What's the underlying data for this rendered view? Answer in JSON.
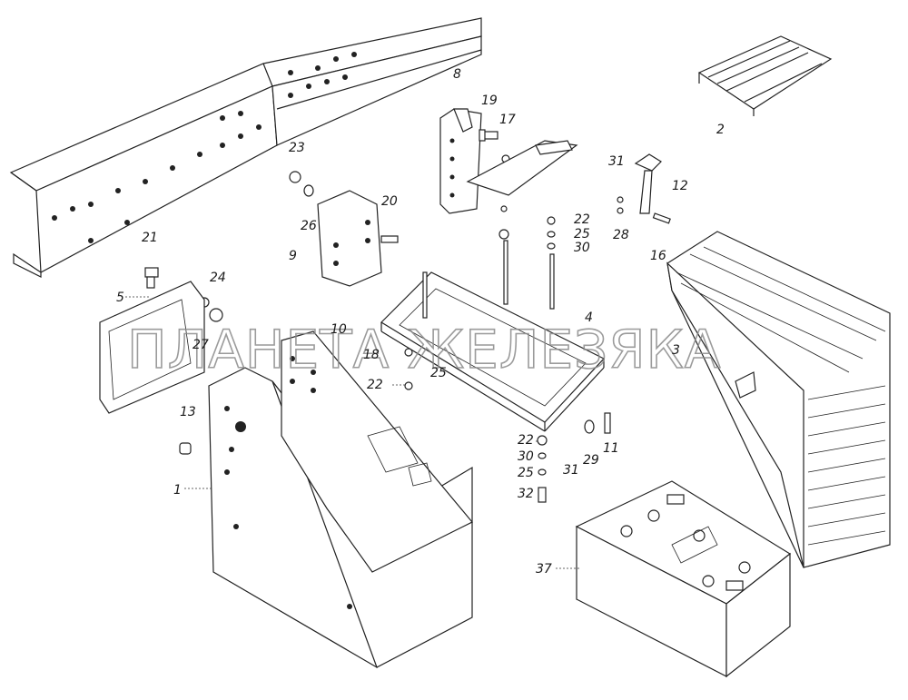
{
  "watermark": "ПЛАНЕТА ЖЕЛЕЗЯКА",
  "callouts": [
    {
      "id": "1",
      "label": "1"
    },
    {
      "id": "2",
      "label": "2"
    },
    {
      "id": "3",
      "label": "3"
    },
    {
      "id": "4",
      "label": "4"
    },
    {
      "id": "5",
      "label": "5"
    },
    {
      "id": "8",
      "label": "8"
    },
    {
      "id": "9",
      "label": "9"
    },
    {
      "id": "10",
      "label": "10"
    },
    {
      "id": "11",
      "label": "11"
    },
    {
      "id": "12",
      "label": "12"
    },
    {
      "id": "13",
      "label": "13"
    },
    {
      "id": "16",
      "label": "16"
    },
    {
      "id": "17",
      "label": "17"
    },
    {
      "id": "18",
      "label": "18"
    },
    {
      "id": "19",
      "label": "19"
    },
    {
      "id": "20",
      "label": "20"
    },
    {
      "id": "21",
      "label": "21"
    },
    {
      "id": "22a",
      "label": "22"
    },
    {
      "id": "22b",
      "label": "22"
    },
    {
      "id": "22c",
      "label": "22"
    },
    {
      "id": "23",
      "label": "23"
    },
    {
      "id": "24",
      "label": "24"
    },
    {
      "id": "25a",
      "label": "25"
    },
    {
      "id": "25b",
      "label": "25"
    },
    {
      "id": "25c",
      "label": "25"
    },
    {
      "id": "26",
      "label": "26"
    },
    {
      "id": "27",
      "label": "27"
    },
    {
      "id": "28",
      "label": "28"
    },
    {
      "id": "29",
      "label": "29"
    },
    {
      "id": "30a",
      "label": "30"
    },
    {
      "id": "30b",
      "label": "30"
    },
    {
      "id": "31a",
      "label": "31"
    },
    {
      "id": "31b",
      "label": "31"
    },
    {
      "id": "32",
      "label": "32"
    },
    {
      "id": "37",
      "label": "37"
    }
  ]
}
